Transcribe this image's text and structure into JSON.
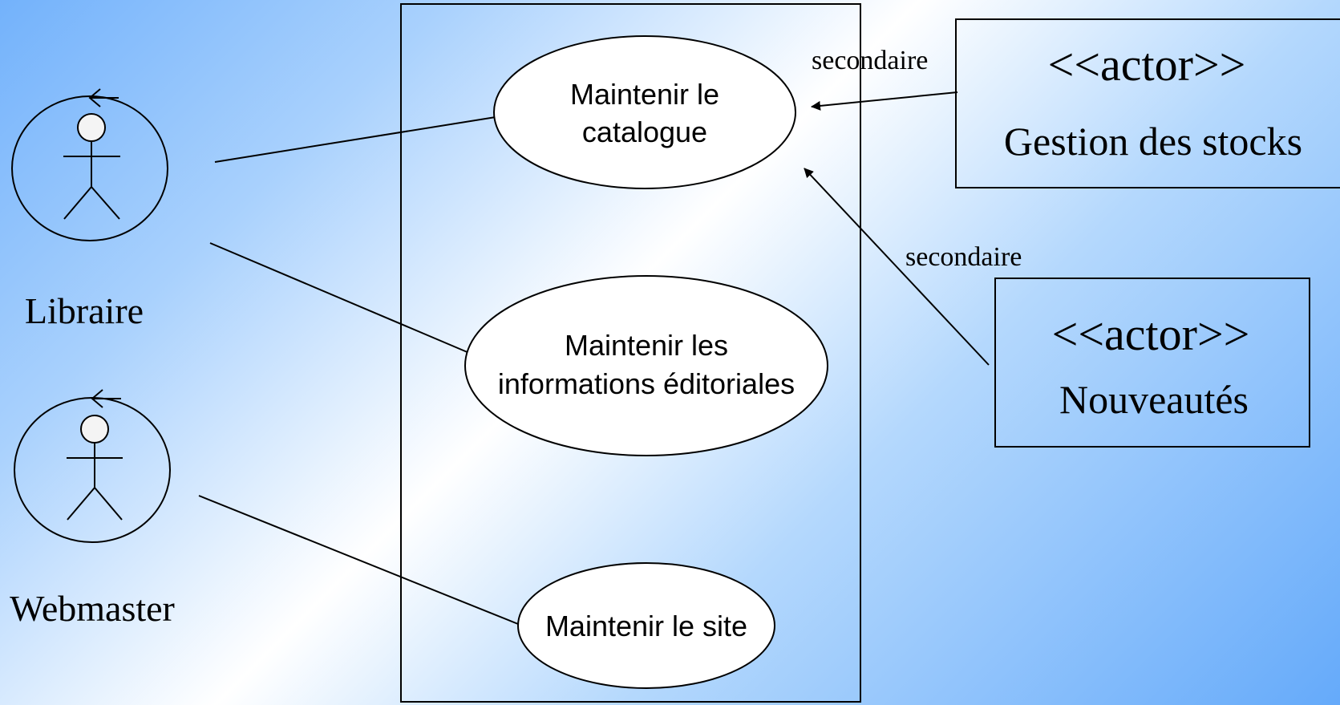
{
  "actors": {
    "libraire": {
      "label": "Libraire",
      "icon": "stick-figure-icon"
    },
    "webmaster": {
      "label": "Webmaster",
      "icon": "stick-figure-icon"
    }
  },
  "use_cases": {
    "catalogue": {
      "line1": "Maintenir le",
      "line2": "catalogue"
    },
    "editorial": {
      "line1": "Maintenir les",
      "line2": "informations éditoriales"
    },
    "site": {
      "line1": "Maintenir le site"
    }
  },
  "external_actors": {
    "stocks": {
      "stereotype": "<<actor>>",
      "name": "Gestion des stocks"
    },
    "nouveautes": {
      "stereotype": "<<actor>>",
      "name": "Nouveautés"
    }
  },
  "relations": {
    "stocks_label": "secondaire",
    "nouveautes_label": "secondaire"
  },
  "colors": {
    "background_light": "#ffffff",
    "background_blue": "#65aafa",
    "stroke": "#000000",
    "usecase_fill": "#ffffff"
  }
}
